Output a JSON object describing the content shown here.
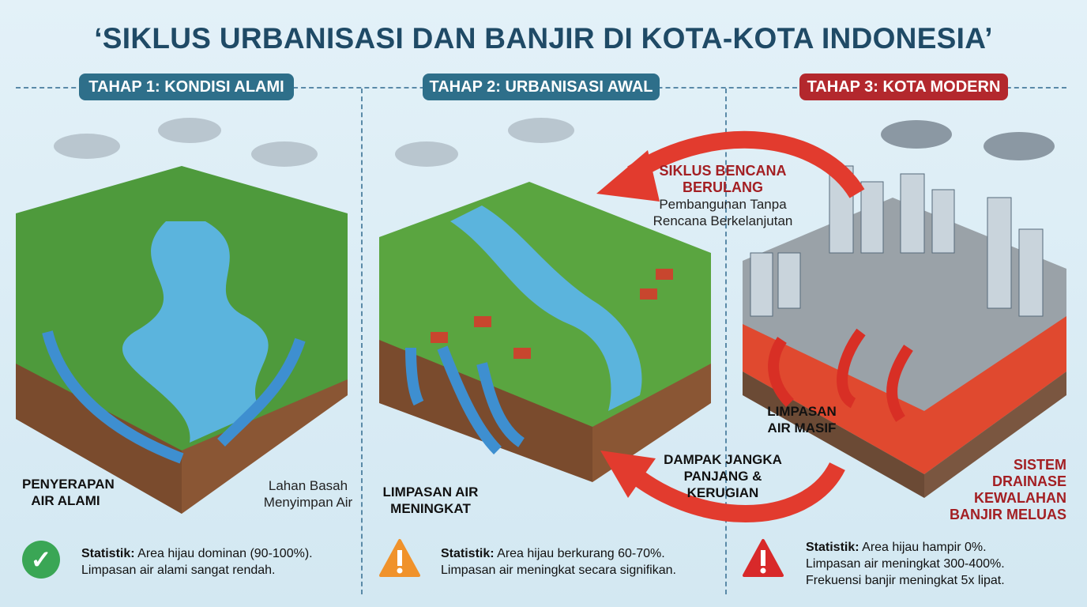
{
  "title": "‘SIKLUS URBANISASI DAN BANJIR DI KOTA-KOTA INDONESIA’",
  "stages": [
    {
      "label": "TAHAP 1: KONDISI ALAMI",
      "color": "#2e6f8a"
    },
    {
      "label": "TAHAP 2: URBANISASI AWAL",
      "color": "#2e6f8a"
    },
    {
      "label": "TAHAP 3: KOTA MODERN",
      "color": "#b3282d"
    }
  ],
  "panel1": {
    "label_left_1": "PENYERAPAN",
    "label_left_2": "AIR ALAMI",
    "label_right_1": "Lahan Basah",
    "label_right_2": "Menyimpan Air"
  },
  "panel2": {
    "label_1": "LIMPASAN AIR",
    "label_2": "MENINGKAT"
  },
  "panel3": {
    "label_runoff_1": "LIMPASAN",
    "label_runoff_2": "AIR MASIF",
    "label_drain_1": "SISTEM",
    "label_drain_2": "DRAINASE",
    "label_drain_3": "KEWALAHAN",
    "label_drain_4": "BANJIR MELUAS"
  },
  "cycle": {
    "top_title_1": "SIKLUS BENCANA",
    "top_title_2": "BERULANG",
    "top_sub_1": "Pembangunan Tanpa",
    "top_sub_2": "Rencana Berkelanjutan",
    "bottom_1": "DAMPAK JANGKA",
    "bottom_2": "PANJANG &",
    "bottom_3": "KERUGIAN"
  },
  "stats": [
    {
      "icon": "check-icon",
      "prefix": "Statistik:",
      "lines": [
        " Area hijau dominan (90-100%).",
        "Limpasan air alami sangat rendah."
      ],
      "color": "#3aa655"
    },
    {
      "icon": "warning-icon",
      "prefix": "Statistik:",
      "lines": [
        " Area hijau berkurang 60-70%.",
        "Limpasan air meningkat secara signifikan."
      ],
      "color": "#f0922b"
    },
    {
      "icon": "alert-icon",
      "prefix": "Statistik:",
      "lines": [
        " Area hijau hampir 0%.",
        "Limpasan air meningkat 300-400%.",
        "Frekuensi banjir meningkat 5x lipat."
      ],
      "color": "#d8292a"
    }
  ]
}
